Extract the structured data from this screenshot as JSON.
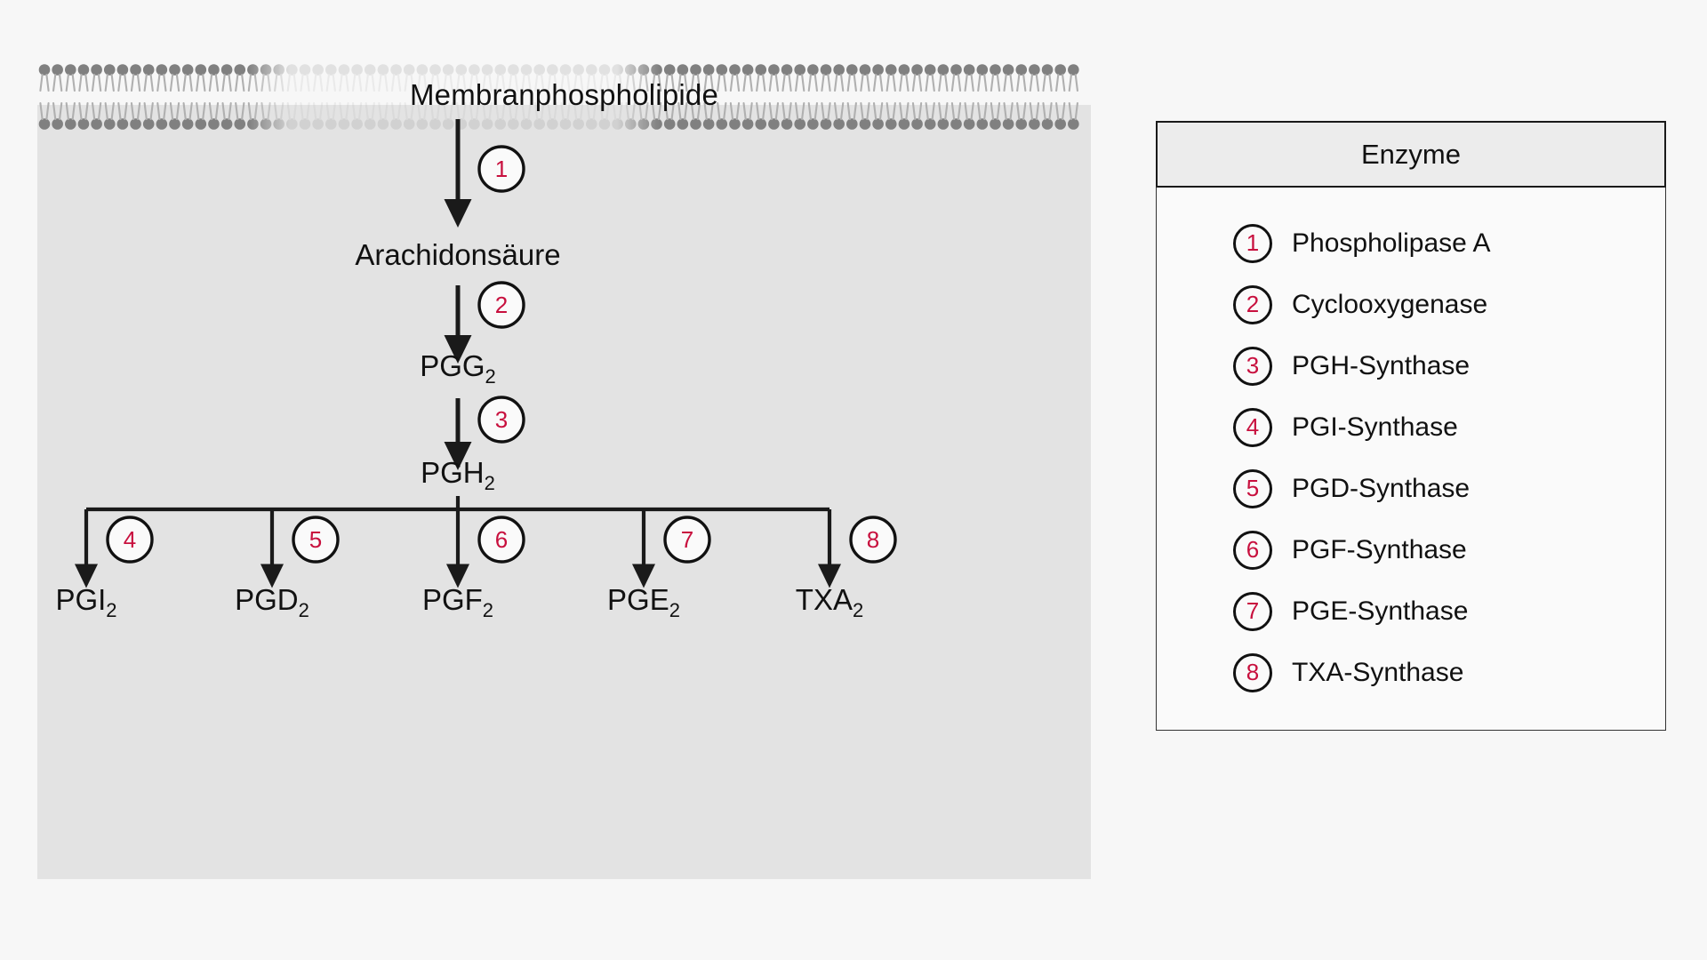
{
  "diagram": {
    "membrane_label": "Membranphospholipide",
    "colors": {
      "accent_number": "#c8103e",
      "cytoplasm": "#e3e3e3",
      "page_background": "#f7f7f7",
      "stroke": "#1a1a1a",
      "legend_header_background": "#ececec"
    },
    "nodes": [
      {
        "id": "arachidonic",
        "label": "Arachidonsäure",
        "sub": ""
      },
      {
        "id": "pgg2",
        "label": "PGG",
        "sub": "2"
      },
      {
        "id": "pgh2",
        "label": "PGH",
        "sub": "2"
      }
    ],
    "products": [
      {
        "id": "pgi2",
        "label": "PGI",
        "sub": "2",
        "enzyme_number": "4"
      },
      {
        "id": "pgd2",
        "label": "PGD",
        "sub": "2",
        "enzyme_number": "5"
      },
      {
        "id": "pgf2",
        "label": "PGF",
        "sub": "2",
        "enzyme_number": "6"
      },
      {
        "id": "pge2",
        "label": "PGE",
        "sub": "2",
        "enzyme_number": "7"
      },
      {
        "id": "txa2",
        "label": "TXA",
        "sub": "2",
        "enzyme_number": "8"
      }
    ],
    "step_numbers": {
      "membrane_to_arachidonic": "1",
      "arachidonic_to_pgg2": "2",
      "pgg2_to_pgh2": "3"
    }
  },
  "legend": {
    "title": "Enzyme",
    "items": [
      {
        "number": "1",
        "label": "Phospholipase A"
      },
      {
        "number": "2",
        "label": "Cyclooxygenase"
      },
      {
        "number": "3",
        "label": "PGH-Synthase"
      },
      {
        "number": "4",
        "label": "PGI-Synthase"
      },
      {
        "number": "5",
        "label": "PGD-Synthase"
      },
      {
        "number": "6",
        "label": "PGF-Synthase"
      },
      {
        "number": "7",
        "label": "PGE-Synthase"
      },
      {
        "number": "8",
        "label": "TXA-Synthase"
      }
    ]
  }
}
